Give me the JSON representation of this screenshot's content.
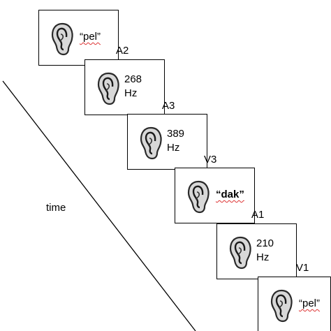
{
  "axis_label": "time",
  "frames": [
    {
      "id": "frame-1",
      "label": "",
      "icon": "ear-icon",
      "stimulus_type": "word",
      "text": "“pel”"
    },
    {
      "id": "frame-2",
      "label": "A2",
      "icon": "ear-icon",
      "stimulus_type": "tone",
      "value": "268",
      "unit": "Hz"
    },
    {
      "id": "frame-3",
      "label": "A3",
      "icon": "ear-icon",
      "stimulus_type": "tone",
      "value": "389",
      "unit": "Hz"
    },
    {
      "id": "frame-4",
      "label": "V3",
      "icon": "ear-icon",
      "stimulus_type": "word",
      "text": "“dak”"
    },
    {
      "id": "frame-5",
      "label": "A1",
      "icon": "ear-icon",
      "stimulus_type": "tone",
      "value": "210",
      "unit": "Hz"
    },
    {
      "id": "frame-6",
      "label": "V1",
      "icon": "ear-icon",
      "stimulus_type": "word",
      "text": "“pel”"
    }
  ]
}
